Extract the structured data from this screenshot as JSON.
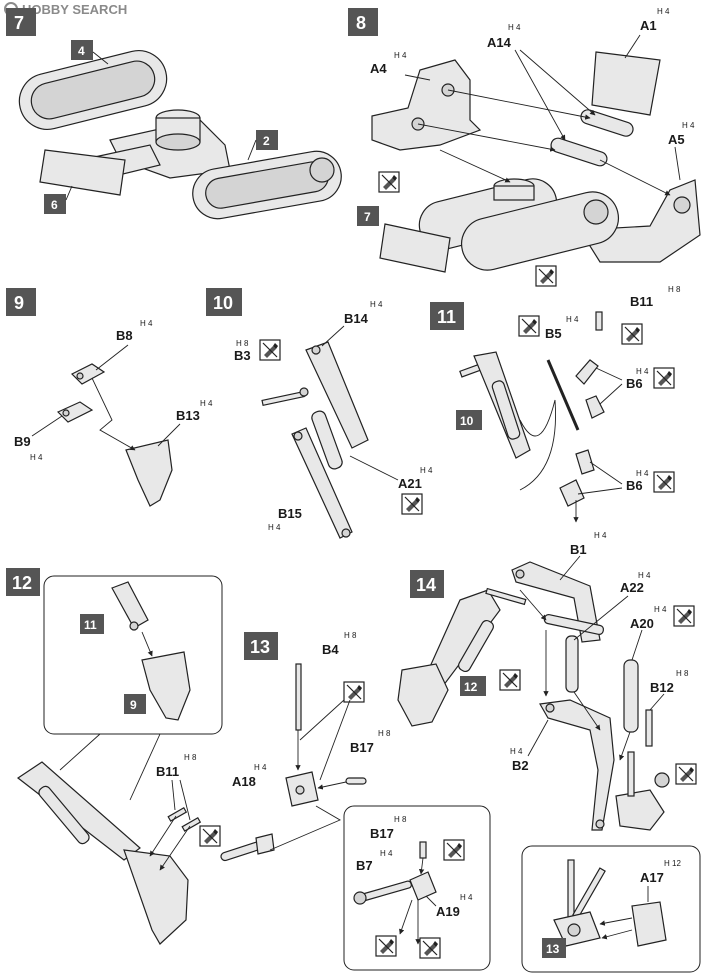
{
  "watermark": "HOBBY SEARCH",
  "steps": {
    "s7": {
      "number": "7",
      "refs": [
        "4",
        "2",
        "6"
      ]
    },
    "s8": {
      "number": "8",
      "ref": "7",
      "parts": {
        "a4": "A4",
        "a14": "A14",
        "a1": "A1",
        "a5": "A5"
      },
      "hm": {
        "a4": "H 4",
        "a14": "H 4",
        "a1": "H 4",
        "a5": "H 4"
      }
    },
    "s9": {
      "number": "9",
      "parts": {
        "b8": "B8",
        "b9": "B9",
        "b13": "B13"
      },
      "hm": {
        "b8": "H 4",
        "b9": "H 4",
        "b13": "H 4"
      }
    },
    "s10": {
      "number": "10",
      "parts": {
        "b14": "B14",
        "b3": "B3",
        "a21": "A21",
        "b15": "B15"
      },
      "hm": {
        "b14": "H 4",
        "b3": "H 8",
        "a21": "H 4",
        "b15": "H 4"
      }
    },
    "s11": {
      "number": "11",
      "ref": "10",
      "parts": {
        "b11": "B11",
        "b5": "B5",
        "b6a": "B6",
        "b6b": "B6"
      },
      "hm": {
        "b11": "H 8",
        "b5": "H 4",
        "b6a": "H 4",
        "b6b": "H 4"
      }
    },
    "s12": {
      "number": "12",
      "refs": [
        "11",
        "9"
      ],
      "parts": {
        "b11": "B11"
      },
      "hm": {
        "b11": "H 8"
      }
    },
    "s13": {
      "number": "13",
      "parts": {
        "b4": "B4",
        "b17": "B17",
        "a18": "A18",
        "b17b": "B17",
        "b7": "B7",
        "a19": "A19"
      },
      "hm": {
        "b4": "H 8",
        "b17": "H 8",
        "a18": "H 4",
        "b17b": "H 8",
        "b7": "H 4",
        "a19": "H 4"
      }
    },
    "s14": {
      "number": "14",
      "refs": [
        "12",
        "13"
      ],
      "parts": {
        "b1": "B1",
        "a22": "A22",
        "a20": "A20",
        "b12": "B12",
        "b2": "B2",
        "a17": "A17"
      },
      "hm": {
        "b1": "H 4",
        "a22": "H 4",
        "a20": "H 4",
        "b12": "H 8",
        "b2": "H 4",
        "a17": "H 12"
      }
    }
  },
  "icons": {
    "glue": "glue-cement-icon"
  },
  "colors": {
    "badge": "#555555",
    "line": "#222222",
    "part_fill": "#e8e8e8"
  }
}
